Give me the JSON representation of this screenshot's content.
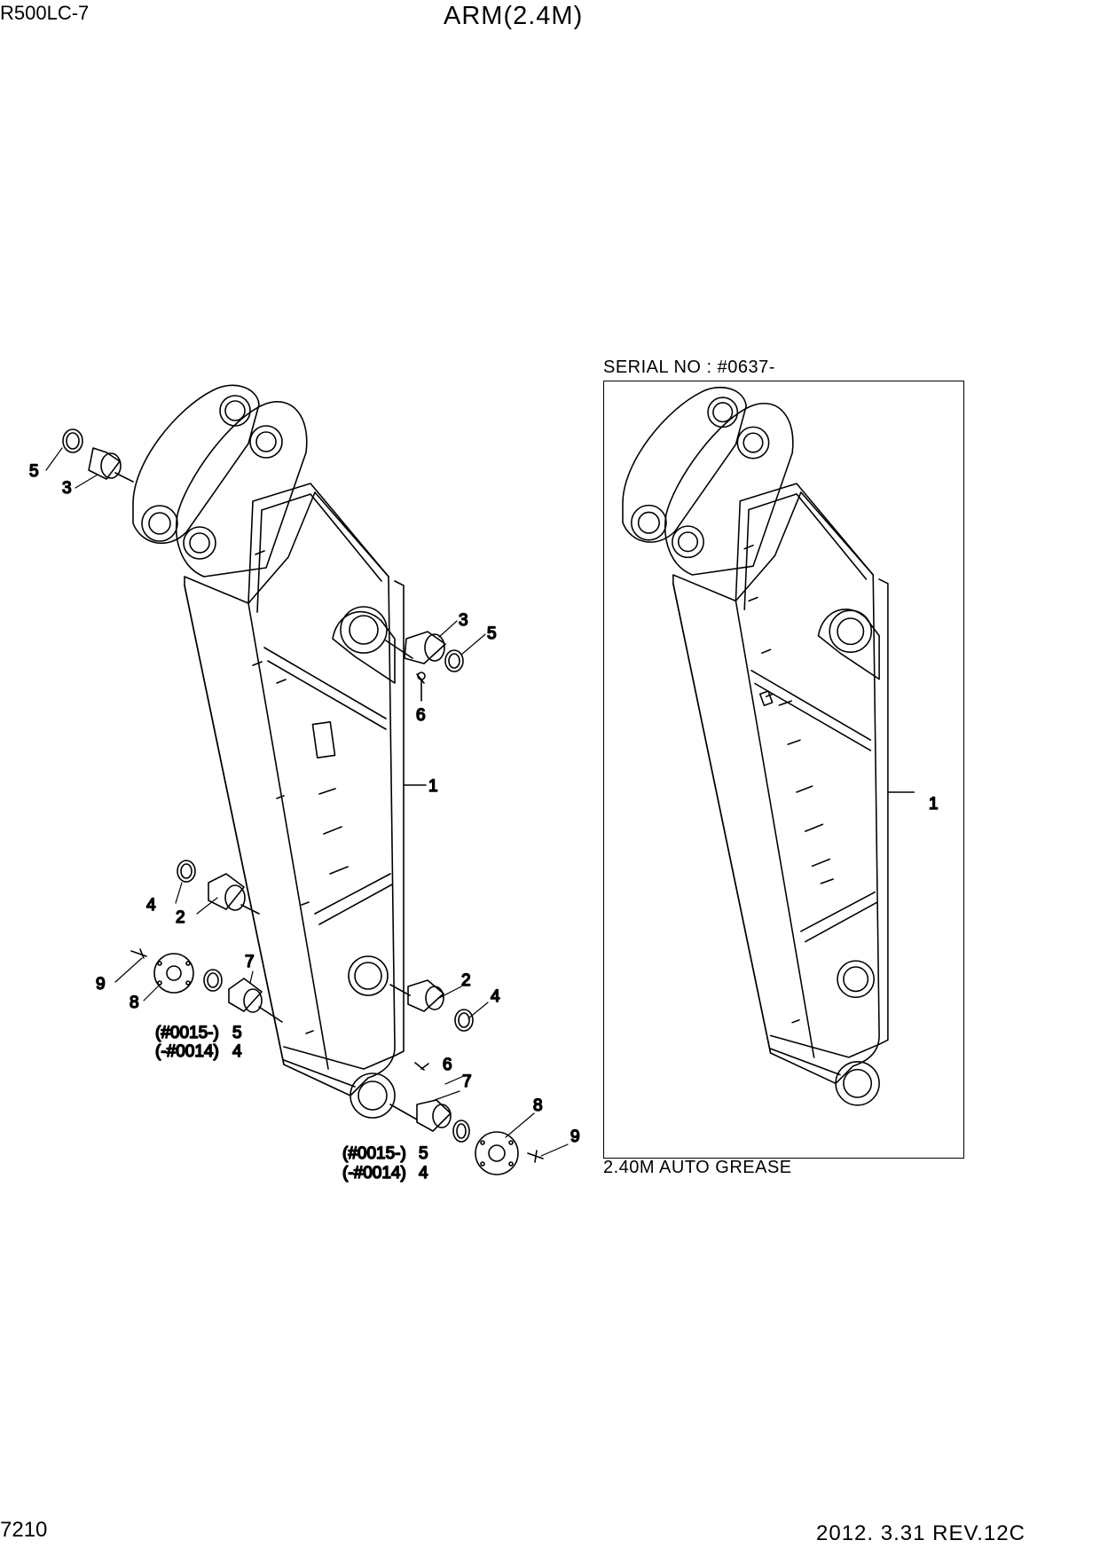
{
  "header": {
    "model": "R500LC-7",
    "title": "ARM(2.4M)"
  },
  "footer": {
    "page_number": "7210",
    "revision": "2012. 3.31  REV.12C"
  },
  "variant_box": {
    "serial": "SERIAL NO : #0637-",
    "caption": "2.40M AUTO GREASE"
  },
  "callouts_main": {
    "c5_top": "5",
    "c3_top": "3",
    "c3_right": "3",
    "c5_right": "5",
    "c6_upper": "6",
    "c1": "1",
    "c4_left": "4",
    "c2_left": "2",
    "c7_left": "7",
    "c9_left": "9",
    "c8_left": "8",
    "range_a_left": "(#0015-)",
    "range_a_left_num": "5",
    "range_b_left": "(-#0014)",
    "range_b_left_num": "4",
    "c2_right": "2",
    "c4_right": "4",
    "c6_lower": "6",
    "c7_right": "7",
    "c8_right": "8",
    "c9_right": "9",
    "range_a_right": "(#0015-)",
    "range_a_right_num": "5",
    "range_b_right": "(-#0014)",
    "range_b_right_num": "4"
  },
  "callouts_variant": {
    "c1": "1"
  }
}
